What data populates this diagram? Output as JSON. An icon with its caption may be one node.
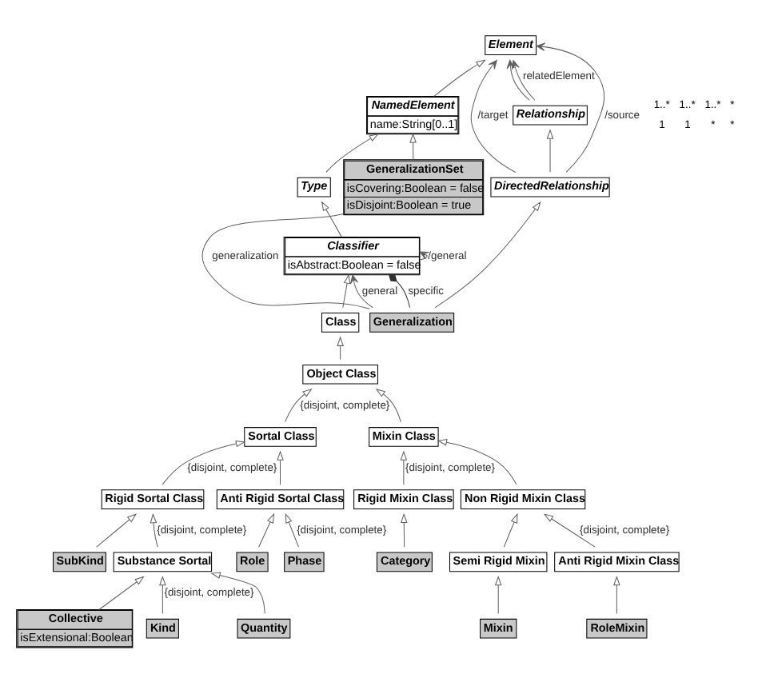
{
  "diagram": {
    "nodes": [
      {
        "text": [
          "NamedElement",
          "name:String[0..1]"
        ]
      },
      {
        "text": [
          "Type"
        ]
      },
      {
        "text": [
          "Element"
        ]
      },
      {
        "text": [
          "Classifier",
          "isAbstract:Boolean = false"
        ]
      },
      {
        "text": [
          "Relationship"
        ]
      },
      {
        "text": [
          "DirectedRelationship"
        ]
      },
      {
        "text": [
          "Class"
        ]
      },
      {
        "text": [
          "GeneralizationSet",
          "isCovering:Boolean = false",
          "isDisjoint:Boolean = true"
        ]
      },
      {
        "text": [
          "Generalization"
        ]
      },
      {
        "text": [
          "Object Class"
        ]
      },
      {
        "text": [
          "Sortal Class"
        ]
      },
      {
        "text": [
          "Mixin Class"
        ]
      },
      {
        "text": [
          "Rigid Sortal Class"
        ]
      },
      {
        "text": [
          "Anti Rigid Sortal Class"
        ]
      },
      {
        "text": [
          "Rigid Mixin Class"
        ]
      },
      {
        "text": [
          "Non Rigid Mixin Class"
        ]
      },
      {
        "text": [
          "Anti Rigid Mixin Class"
        ]
      },
      {
        "text": [
          "Semi Rigid Mixin"
        ]
      },
      {
        "text": [
          "Substance Sortal"
        ]
      },
      {
        "text": [
          "SubKind"
        ]
      },
      {
        "text": [
          "Phase"
        ]
      },
      {
        "text": [
          "Role"
        ]
      },
      {
        "text": [
          "Category"
        ]
      },
      {
        "text": [
          "RoleMixin"
        ]
      },
      {
        "text": [
          "Mixin"
        ]
      },
      {
        "text": [
          "Kind"
        ]
      },
      {
        "text": [
          "Quantity"
        ]
      },
      {
        "text": [
          "Collective",
          "isExtensional:Boolean"
        ]
      }
    ],
    "edges": [
      {
        "from": 1,
        "to": 0,
        "arrow": "to"
      },
      {
        "from": 0,
        "to": 2,
        "arrow": "to"
      },
      {
        "from": 3,
        "to": 1,
        "arrow": "to"
      },
      {
        "from": 3,
        "to": 3,
        "arrow": "to",
        "label": "/general"
      },
      {
        "from": 6,
        "to": 3,
        "arrow": "to"
      },
      {
        "from": 7,
        "to": 0,
        "arrow": "to"
      },
      {
        "from": 4,
        "to": 2,
        "arrow": "to",
        "label": "relatedElement"
      },
      {
        "from": 4,
        "to": 2,
        "arrow": "to"
      },
      {
        "from": 5,
        "to": 4,
        "arrow": "to"
      },
      {
        "from": 5,
        "to": 2,
        "arrow": "to",
        "label": "/source"
      },
      {
        "from": 5,
        "to": 2,
        "arrow": "to",
        "label": "/target"
      },
      {
        "from": 8,
        "to": 5,
        "arrow": "to"
      },
      {
        "from": 8,
        "to": 3,
        "arrow": "other",
        "label": "specific"
      },
      {
        "from": 8,
        "to": 3,
        "arrow": "to",
        "label": "general"
      },
      {
        "from": 7,
        "to": 8,
        "arrow": "none",
        "label": "generalization"
      },
      {
        "from": 9,
        "to": 6,
        "arrow": "to"
      },
      {
        "from": 10,
        "to": 9,
        "arrow": "to",
        "label": "{disjoint, complete}"
      },
      {
        "from": 11,
        "to": 9,
        "arrow": "to"
      },
      {
        "from": 12,
        "to": 10,
        "arrow": "to",
        "label": "{disjoint, complete}"
      },
      {
        "from": 13,
        "to": 10,
        "arrow": "to"
      },
      {
        "from": 14,
        "to": 11,
        "arrow": "to",
        "label": "{disjoint, complete}"
      },
      {
        "from": 15,
        "to": 11,
        "arrow": "to"
      },
      {
        "from": 18,
        "to": 12,
        "arrow": "to",
        "label": "{disjoint, complete}"
      },
      {
        "from": 19,
        "to": 12,
        "arrow": "to"
      },
      {
        "from": 20,
        "to": 13,
        "arrow": "to",
        "label": "{disjoint, complete}"
      },
      {
        "from": 21,
        "to": 13,
        "arrow": "to"
      },
      {
        "from": 22,
        "to": 14,
        "arrow": "to"
      },
      {
        "from": 16,
        "to": 15,
        "arrow": "to",
        "label": "{disjoint, complete}"
      },
      {
        "from": 17,
        "to": 15,
        "arrow": "to"
      },
      {
        "from": 23,
        "to": 16,
        "arrow": "to"
      },
      {
        "from": 24,
        "to": 17,
        "arrow": "to"
      },
      {
        "from": 25,
        "to": 18,
        "arrow": "to",
        "label": "{disjoint, complete}"
      },
      {
        "from": 26,
        "to": 18,
        "arrow": "to"
      },
      {
        "from": 27,
        "to": 18,
        "arrow": "to"
      }
    ],
    "labels": [
      "1..*",
      "1..*",
      "1..*",
      "*",
      "1",
      "1",
      "*",
      "*"
    ]
  }
}
